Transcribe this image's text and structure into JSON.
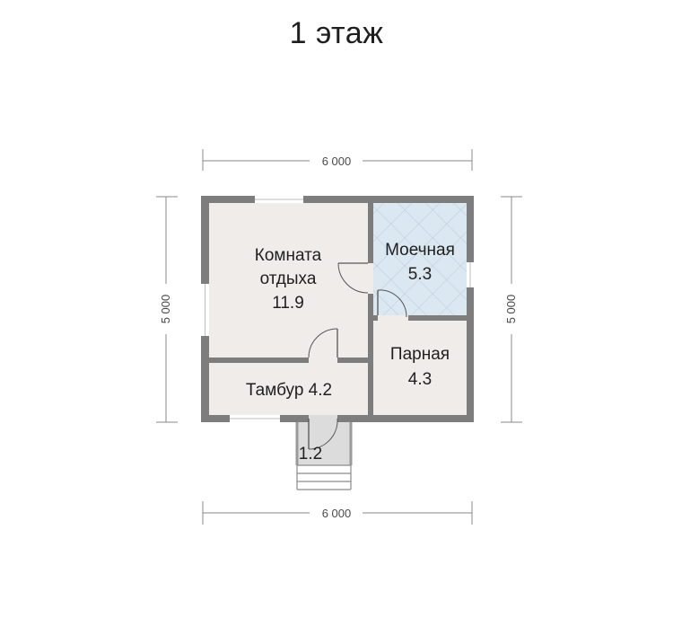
{
  "title": "1 этаж",
  "dimensions": {
    "top": "6 000",
    "bottom": "6 000",
    "left": "5 000",
    "right": "5 000"
  },
  "rooms": {
    "rest_room": {
      "name_line1": "Комната",
      "name_line2": "отдыха",
      "area": "11.9"
    },
    "washroom": {
      "name": "Моечная",
      "area": "5.3"
    },
    "steam_room": {
      "name": "Парная",
      "area": "4.3"
    },
    "vestibule": {
      "name": "Тамбур 4.2"
    },
    "porch": {
      "area": "1.2"
    }
  },
  "colors": {
    "wall": "#7d7d7d",
    "floor": "#efecea",
    "tile": "#dce8f1",
    "tile_line": "#b7cad9",
    "porch": "#dcdcdc",
    "dim_line": "#8a8a8a"
  }
}
